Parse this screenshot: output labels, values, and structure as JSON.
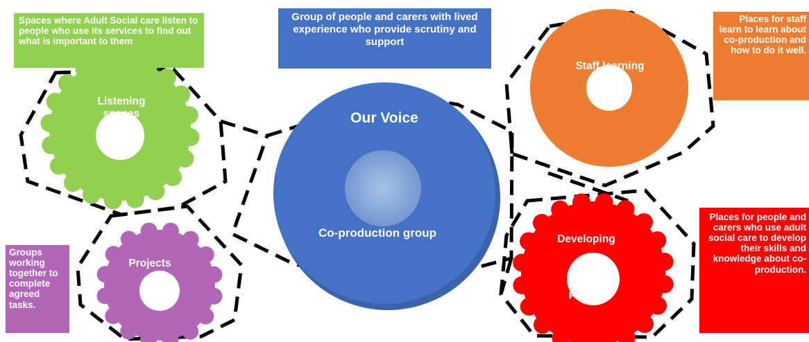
{
  "colors": {
    "green": "#92d050",
    "blue": "#4472c4",
    "orange": "#ed7d31",
    "purple": "#b266b8",
    "red": "#ff0000",
    "dash": "#000000"
  },
  "boxes": {
    "listening_desc": "Spaces where Adult Social care listen to people who use its services to find out what is important to them",
    "scrutiny_desc": "Group of people and carers with lived experience who provide scrutiny and support",
    "staff_desc": "Places for staff learn to learn about co-production and how to do it well.",
    "groups_desc": "Groups working together to complete agreed tasks.",
    "developing_desc": "Places for people and carers who use adult social care to develop their skills and knowledge about co-production."
  },
  "nodes": {
    "listening": "Listening spaces",
    "staff": "Staff learning",
    "center_title": "Our Voice",
    "center_sub": "Co-production group",
    "projects": "Projects",
    "developing_top": "Developing",
    "developing_bottom": "People"
  }
}
